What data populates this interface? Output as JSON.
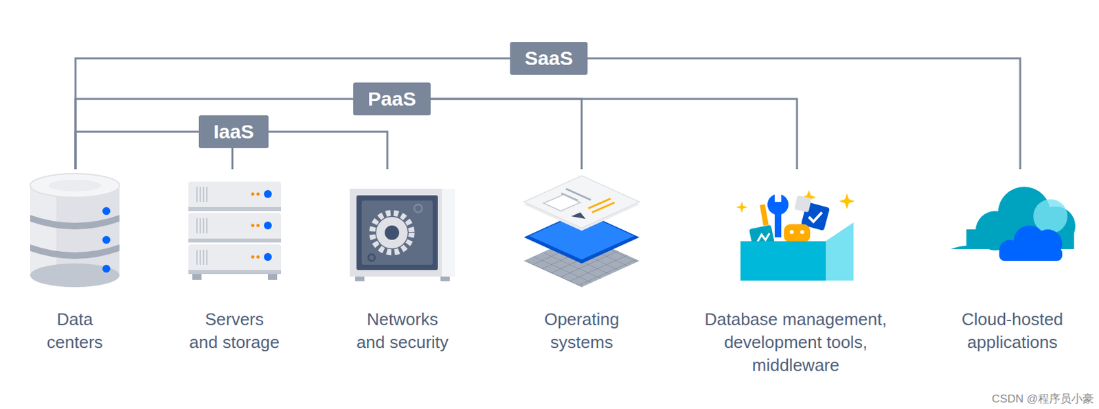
{
  "diagram": {
    "nodes": [
      {
        "text": [
          "SaaS"
        ]
      },
      {
        "text": [
          "PaaS"
        ]
      },
      {
        "text": [
          "IaaS"
        ]
      },
      {
        "text": [
          "Data centers"
        ]
      },
      {
        "text": [
          "Servers and storage"
        ]
      },
      {
        "text": [
          "Networks and security"
        ]
      },
      {
        "text": [
          "Operating systems"
        ]
      },
      {
        "text": [
          "Database management, development tools, middleware"
        ]
      },
      {
        "text": [
          "Cloud-hosted applications"
        ]
      }
    ],
    "edges": [
      {
        "from": 0,
        "to": 3,
        "arrow": "none"
      },
      {
        "from": 0,
        "to": 8,
        "arrow": "none"
      },
      {
        "from": 1,
        "to": 3,
        "arrow": "none"
      },
      {
        "from": 1,
        "to": 6,
        "arrow": "none"
      },
      {
        "from": 1,
        "to": 7,
        "arrow": "none"
      },
      {
        "from": 2,
        "to": 3,
        "arrow": "none"
      },
      {
        "from": 2,
        "to": 4,
        "arrow": "none"
      },
      {
        "from": 2,
        "to": 5,
        "arrow": "none"
      }
    ],
    "labels": [
      "CSDN @程序员小豪"
    ]
  }
}
